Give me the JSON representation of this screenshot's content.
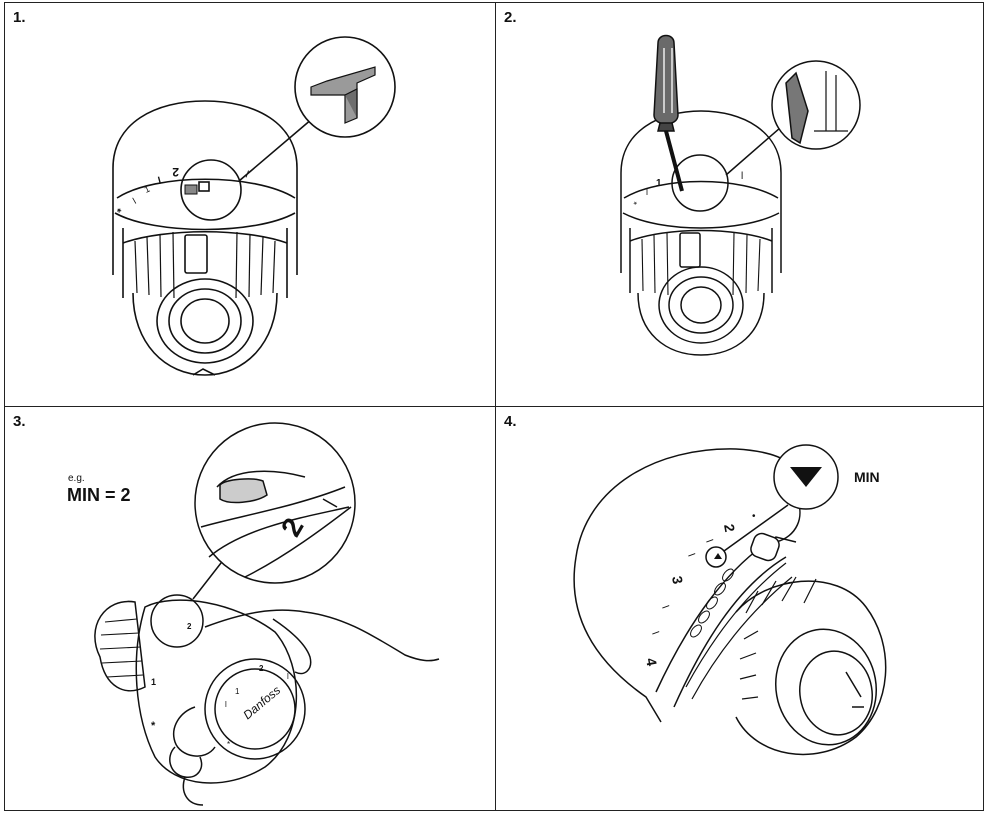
{
  "steps": [
    {
      "number": "1."
    },
    {
      "number": "2."
    },
    {
      "number": "3.",
      "example_prefix": "e.g.",
      "min_setting": "MIN = 2",
      "dial_mark": "2"
    },
    {
      "number": "4.",
      "min_label": "MIN",
      "scale_marks": [
        "2",
        "3",
        "4"
      ]
    }
  ],
  "icons": [
    "pin-icon",
    "screwdriver-icon",
    "hand-icon",
    "triangle-down-icon",
    "thermostat-head-icon",
    "magnifier-callout-icon",
    "brand-logo-icon"
  ]
}
